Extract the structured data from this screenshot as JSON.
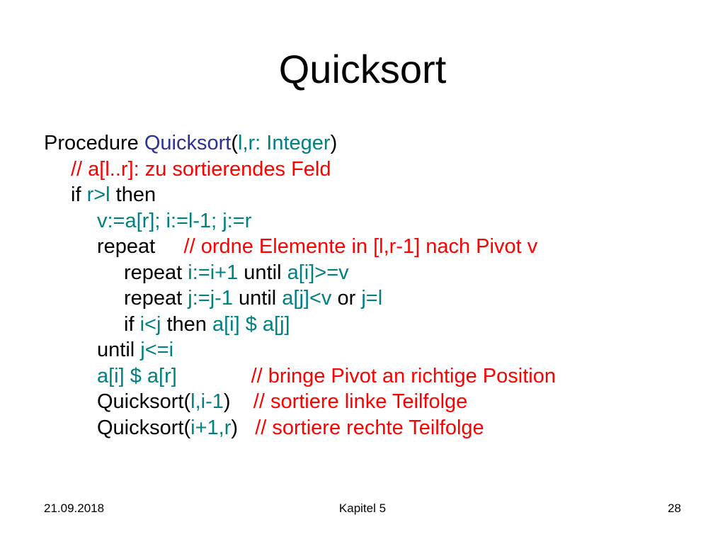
{
  "slide": {
    "title": "Quicksort",
    "code": [
      [
        {
          "text": "Procedure ",
          "role": "kw"
        },
        {
          "text": "Quicksort",
          "role": "fn"
        },
        {
          "text": "(",
          "role": "kw"
        },
        {
          "text": "l,r: Integer",
          "role": "tl"
        },
        {
          "text": ")",
          "role": "kw"
        }
      ],
      [
        {
          "text": "// a[l..r]: zu sortierendes Feld",
          "role": "cm"
        }
      ],
      [
        {
          "text": "if ",
          "role": "kw"
        },
        {
          "text": "r>l",
          "role": "tl"
        },
        {
          "text": " then",
          "role": "kw"
        }
      ],
      [
        {
          "text": "v:=a[r]; i:=l-1; j:=r",
          "role": "tl"
        }
      ],
      [
        {
          "text": "repeat",
          "role": "kw"
        },
        {
          "text": "     // ordne Elemente in [l,r-1] nach Pivot v",
          "role": "cm"
        }
      ],
      [
        {
          "text": "repeat ",
          "role": "kw"
        },
        {
          "text": "i:=i+1",
          "role": "tl"
        },
        {
          "text": " until ",
          "role": "kw"
        },
        {
          "text": "a[i]>=v",
          "role": "tl"
        }
      ],
      [
        {
          "text": "repeat ",
          "role": "kw"
        },
        {
          "text": "j:=j-1",
          "role": "tl"
        },
        {
          "text": " until ",
          "role": "kw"
        },
        {
          "text": "a[j]<v",
          "role": "tl"
        },
        {
          "text": " or ",
          "role": "kw"
        },
        {
          "text": "j=l",
          "role": "tl"
        }
      ],
      [
        {
          "text": "if ",
          "role": "kw"
        },
        {
          "text": "i<j",
          "role": "tl"
        },
        {
          "text": " then ",
          "role": "kw"
        },
        {
          "text": "a[i] $ a[j]",
          "role": "tl"
        }
      ],
      [
        {
          "text": "until ",
          "role": "kw"
        },
        {
          "text": "j<=i",
          "role": "tl"
        }
      ],
      [
        {
          "text": "a[i] $ a[r]",
          "role": "tl"
        },
        {
          "text": "             // bringe Pivot an richtige Position",
          "role": "cm"
        }
      ],
      [
        {
          "text": "Quicksort(",
          "role": "kw"
        },
        {
          "text": "l,i-1",
          "role": "tl"
        },
        {
          "text": ")",
          "role": "kw"
        },
        {
          "text": "    // sortiere linke Teilfolge",
          "role": "cm"
        }
      ],
      [
        {
          "text": "Quicksort(",
          "role": "kw"
        },
        {
          "text": "i+1,r",
          "role": "tl"
        },
        {
          "text": ")",
          "role": "kw"
        },
        {
          "text": "   // sortiere rechte Teilfolge",
          "role": "cm"
        }
      ]
    ],
    "footer": {
      "date": "21.09.2018",
      "chapter": "Kapitel 5",
      "page": "28"
    },
    "colors": {
      "function": "#2e3192",
      "term": "#008080",
      "comment": "#ff0000",
      "text": "#000000",
      "background": "#ffffff"
    }
  }
}
